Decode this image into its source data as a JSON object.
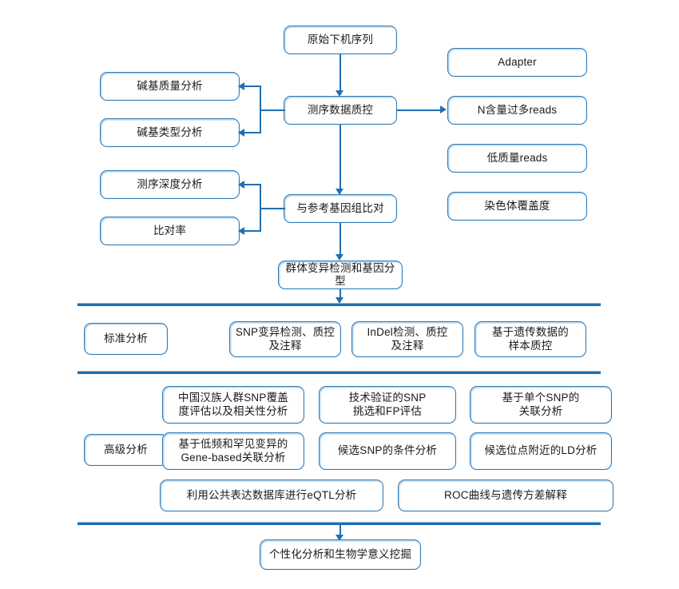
{
  "diagram": {
    "title": "Whole-genome sequencing analysis pipeline flowchart",
    "accent_color": "#1f6fb2",
    "box_border_color": "#2f79b5",
    "background_color": "#ffffff"
  },
  "pipeline": {
    "raw_sequence": "原始下机序列",
    "qc": "测序数据质控",
    "align": "与参考基因组比对",
    "variant_calling": "群体变异检测和基因分型",
    "personalized": "个性化分析和生物学意义挖掘"
  },
  "qc_outputs_left": [
    {
      "label": "碱基质量分析"
    },
    {
      "label": "碱基类型分析"
    }
  ],
  "qc_outputs_right": [
    {
      "label": "Adapter"
    },
    {
      "label": "N含量过多reads"
    },
    {
      "label": "低质量reads"
    }
  ],
  "align_outputs_left": [
    {
      "label": "测序深度分析"
    },
    {
      "label": "比对率"
    }
  ],
  "align_outputs_right": [
    {
      "label": "染色体覆盖度"
    }
  ],
  "standard_section": {
    "category_label": "标准分析",
    "items": [
      {
        "label": "SNP变异检测、质控\n及注释"
      },
      {
        "label": "InDel检测、质控\n及注释"
      },
      {
        "label": "基于遗传数据的\n样本质控"
      }
    ]
  },
  "advanced_section": {
    "category_label": "高级分析",
    "items": [
      {
        "label": "中国汉族人群SNP覆盖\n度评估以及相关性分析"
      },
      {
        "label": "技术验证的SNP\n挑选和FP评估"
      },
      {
        "label": "基于单个SNP的\n关联分析"
      },
      {
        "label": "基于低频和罕见变异的\nGene-based关联分析"
      },
      {
        "label": "候选SNP的条件分析"
      },
      {
        "label": "候选位点附近的LD分析"
      },
      {
        "label": "利用公共表达数据库进行eQTL分析"
      },
      {
        "label": "ROC曲线与遗传方差解释"
      }
    ]
  }
}
